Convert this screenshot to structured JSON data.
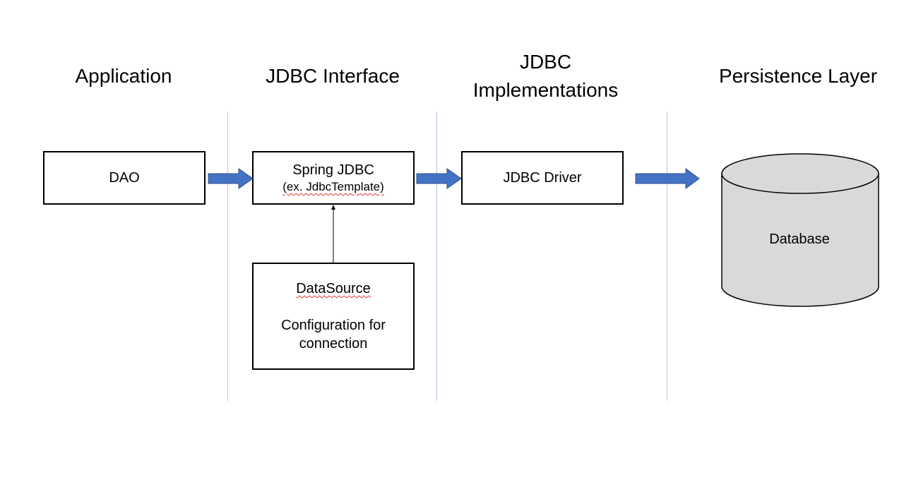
{
  "headings": {
    "application": "Application",
    "jdbc_interface": "JDBC Interface",
    "jdbc_impl_line1": "JDBC",
    "jdbc_impl_line2": "Implementations",
    "persistence": "Persistence Layer"
  },
  "boxes": {
    "dao": "DAO",
    "spring_jdbc_title": "Spring JDBC",
    "spring_jdbc_sub": "(ex. JdbcTemplate)",
    "jdbc_driver": "JDBC Driver",
    "datasource_title": "DataSource",
    "datasource_desc_line1": "Configuration for",
    "datasource_desc_line2": "connection"
  },
  "database": {
    "label": "Database"
  },
  "colors": {
    "arrow_fill": "#4472c4",
    "arrow_stroke": "#2f528f",
    "divider": "#b4c7e7",
    "cylinder_fill": "#d9d9d9"
  }
}
